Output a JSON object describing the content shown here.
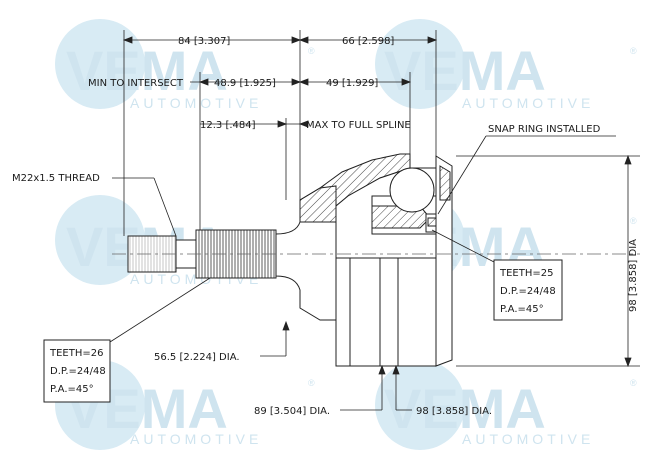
{
  "watermark": {
    "brand": "VEMA",
    "sub": "AUTOMOTIVE",
    "registered": "®"
  },
  "dimensions": {
    "overall_left": "84 [3.307]",
    "overall_right": "66 [2.598]",
    "min_to_intersect_label": "MIN TO INTERSECT",
    "min_to_intersect_value": "48.9 [1.925]",
    "right_49": "49 [1.929]",
    "spline_length": "12.3 [.484]",
    "max_to_full_spline": "MAX TO FULL SPLINE",
    "thread": "M22x1.5 THREAD",
    "snap_ring": "SNAP RING INSTALLED",
    "shaft_dia": "56.5 [2.224] DIA.",
    "housing_dia": "89 [3.504] DIA.",
    "outer_dia": "98 [3.858] DIA.",
    "vertical_dia": "98 [3.858] DIA"
  },
  "spec_left": {
    "teeth": "TEETH=26",
    "dp": "D.P.=24/48",
    "pa": "P.A.=45°"
  },
  "spec_right": {
    "teeth": "TEETH=25",
    "dp": "D.P.=24/48",
    "pa": "P.A.=45°"
  }
}
